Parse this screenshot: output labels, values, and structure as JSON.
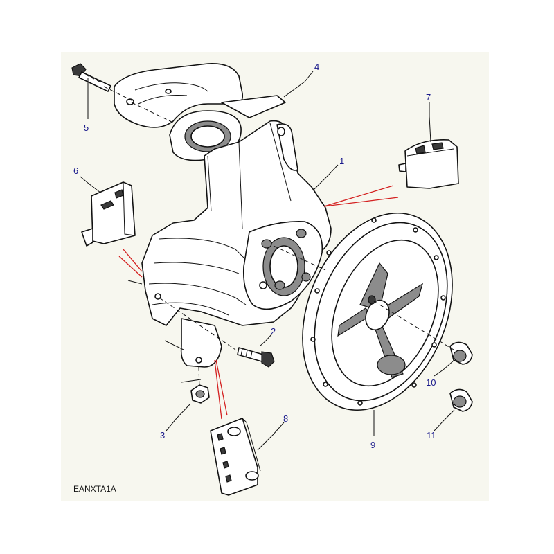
{
  "diagram": {
    "reference_code": "EANXTA1A",
    "callouts": [
      "1",
      "2",
      "3",
      "4",
      "5",
      "6",
      "7",
      "8",
      "9",
      "10",
      "11"
    ],
    "colors": {
      "callout_text": "#1a1a8c",
      "explode_lines": "#d42020",
      "background": "#f7f7ef"
    }
  }
}
